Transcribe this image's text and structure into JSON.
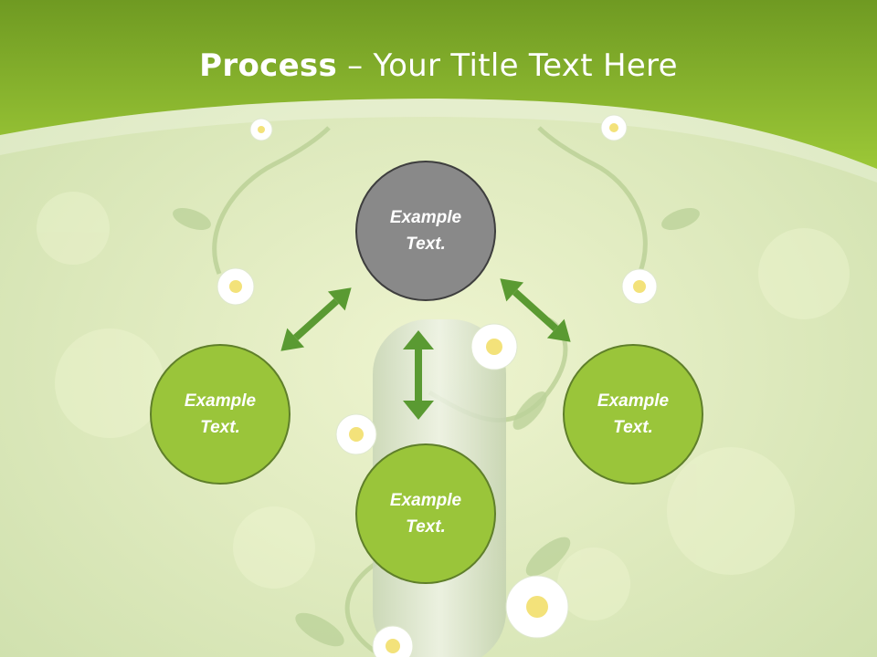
{
  "slide": {
    "title_bold": "Process",
    "title_rest": " – Your Title Text Here"
  },
  "diagram": {
    "center": "Example Text.",
    "left": "Example Text.",
    "right": "Example Text.",
    "bottom": "Example Text."
  },
  "colors": {
    "header_green": "#8dbb2e",
    "node_green": "#9ac53a",
    "node_gray": "#898989",
    "arrow_green": "#5a9a32"
  }
}
